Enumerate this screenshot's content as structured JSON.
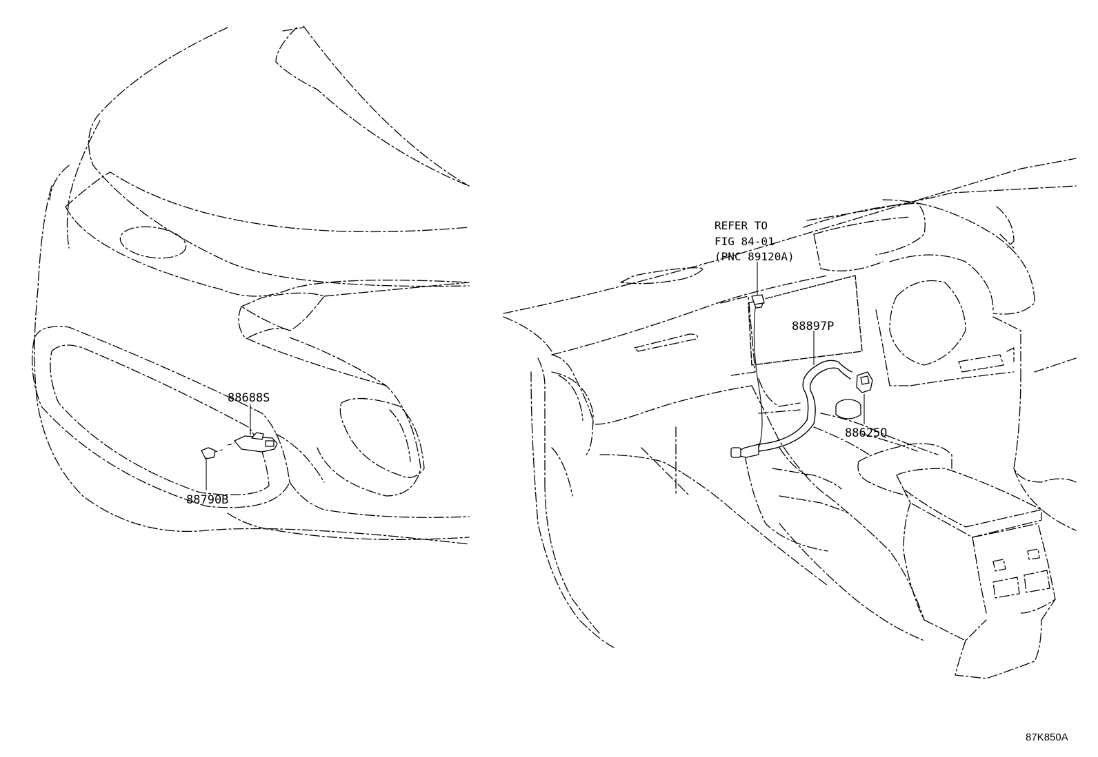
{
  "labels": {
    "part_88688S": "88688S",
    "part_88790B": "88790B",
    "part_88897P": "88897P",
    "part_88625Q": "88625Q",
    "refer_line1": "REFER TO",
    "refer_line2": "FIG 84-01",
    "refer_line3": "(PNC 89120A)"
  },
  "diagram_code": "87K850A"
}
